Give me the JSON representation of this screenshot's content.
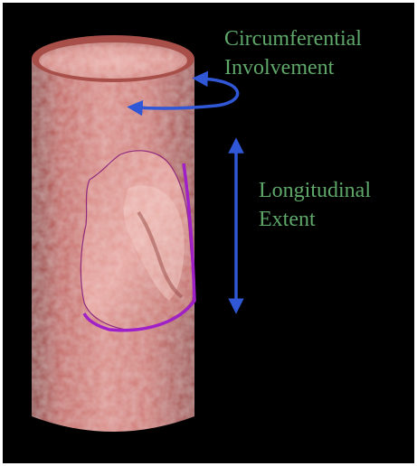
{
  "labels": {
    "circumferential": {
      "line1": "Circumferential",
      "line2": "Involvement"
    },
    "longitudinal": {
      "line1": "Longitudinal",
      "line2": "Extent"
    }
  },
  "colors": {
    "background": "#000000",
    "frame": "#ffffff",
    "label_text": "#5fa86a",
    "arrow": "#2f57d6",
    "vessel_wall": "#c96762",
    "lesion_outline": "#a020c8"
  },
  "icons": {
    "circumferential_arrow": "curved-arrow-icon",
    "longitudinal_arrow": "double-headed-arrow-icon"
  }
}
